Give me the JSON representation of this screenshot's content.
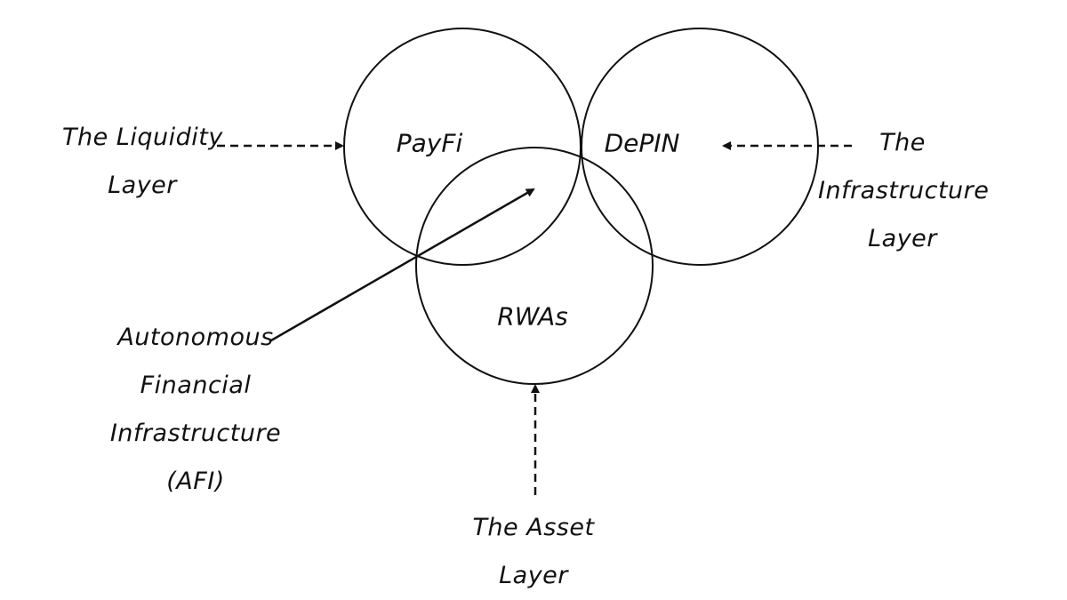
{
  "diagram": {
    "type": "venn",
    "sets": [
      {
        "id": "payfi",
        "label": "PayFi"
      },
      {
        "id": "depin",
        "label": "DePIN"
      },
      {
        "id": "rwas",
        "label": "RWAs"
      }
    ],
    "intersection_label": [
      "Autonomous",
      "Financial",
      "Infrastructure",
      "(AFI)"
    ],
    "annotations": {
      "liquidity": [
        "The Liquidity",
        "Layer"
      ],
      "infrastructure": [
        "The",
        "Infrastructure",
        "Layer"
      ],
      "asset": [
        "The Asset",
        "Layer"
      ]
    },
    "connections": [
      {
        "from": "The Liquidity Layer",
        "to": "PayFi",
        "style": "dashed"
      },
      {
        "from": "The Infrastructure Layer",
        "to": "DePIN",
        "style": "dashed"
      },
      {
        "from": "The Asset Layer",
        "to": "RWAs",
        "style": "dashed"
      },
      {
        "from": "Autonomous Financial Infrastructure (AFI)",
        "to": "PayFi ∩ DePIN ∩ RWAs",
        "style": "solid"
      }
    ],
    "stroke_color": "#111111",
    "background": "#ffffff"
  }
}
